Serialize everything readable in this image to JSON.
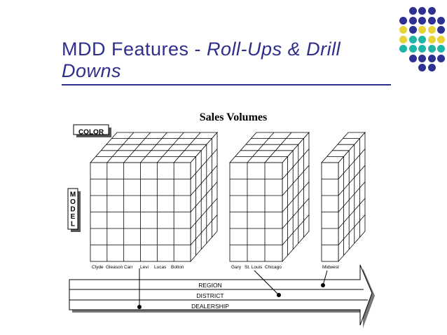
{
  "slide": {
    "title_plain": "MDD Features - ",
    "title_italic": "Roll-Ups & Drill Downs"
  },
  "diagram": {
    "heading": "Sales Volumes",
    "color_label": "COLOR",
    "model_label": "MODEL",
    "cube1_labels": [
      "Clyde",
      "Gleason",
      "Carr",
      "Levi",
      "Lucas",
      "Bolton"
    ],
    "cube2_labels": [
      "Gary",
      "St. Louis",
      "Chicago"
    ],
    "cube3_labels": [
      "Midwest"
    ],
    "levels": [
      "REGION",
      "DISTRICT",
      "DEALERSHIP"
    ]
  },
  "colors": {
    "title": "#2e2f8c",
    "dot_navy": "#2e3192",
    "dot_yellow": "#e8d438",
    "dot_teal": "#1fb5a6"
  }
}
